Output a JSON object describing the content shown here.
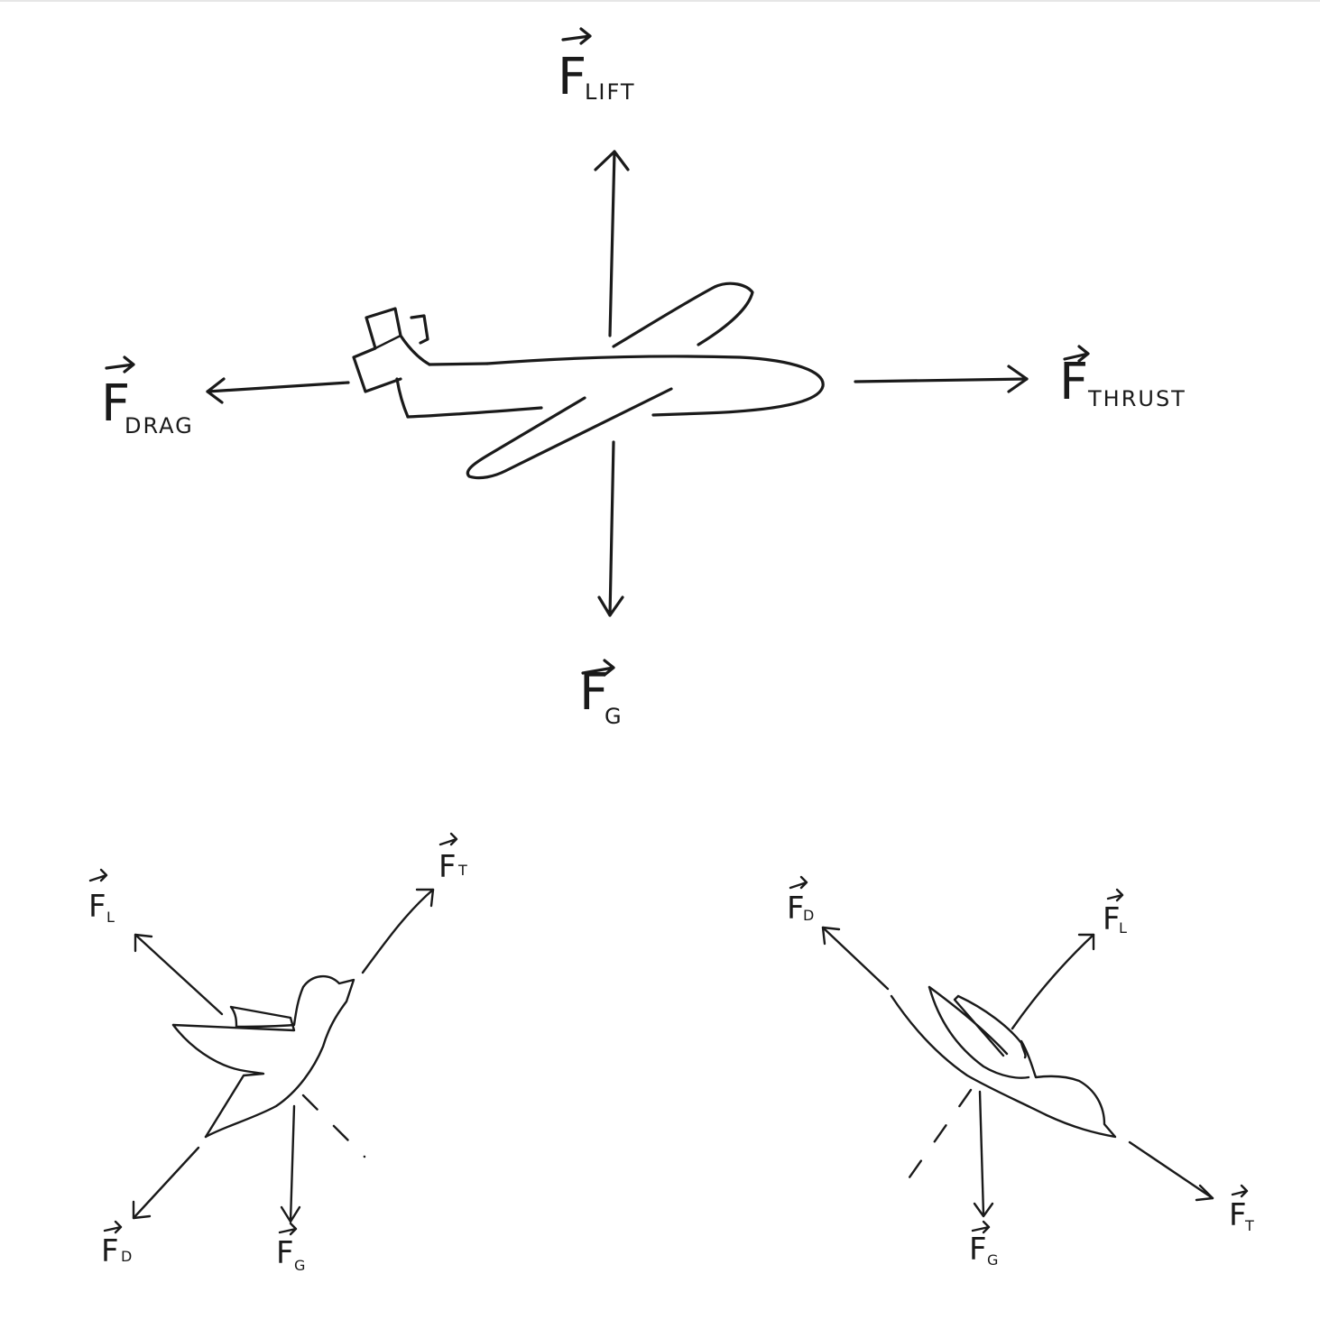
{
  "diagram": {
    "airplane": {
      "lift": {
        "symbol": "F",
        "subscript": "LIFT"
      },
      "drag": {
        "symbol": "F",
        "subscript": "DRAG"
      },
      "thrust": {
        "symbol": "F",
        "subscript": "THRUST"
      },
      "gravity": {
        "symbol": "F",
        "subscript": "G"
      }
    },
    "bird_climbing": {
      "lift": {
        "symbol": "F",
        "subscript": "L"
      },
      "thrust": {
        "symbol": "F",
        "subscript": "T"
      },
      "drag": {
        "symbol": "F",
        "subscript": "D"
      },
      "gravity": {
        "symbol": "F",
        "subscript": "G"
      }
    },
    "bird_diving": {
      "drag": {
        "symbol": "F",
        "subscript": "D"
      },
      "lift": {
        "symbol": "F",
        "subscript": "L"
      },
      "thrust": {
        "symbol": "F",
        "subscript": "T"
      },
      "gravity": {
        "symbol": "F",
        "subscript": "G"
      }
    }
  }
}
